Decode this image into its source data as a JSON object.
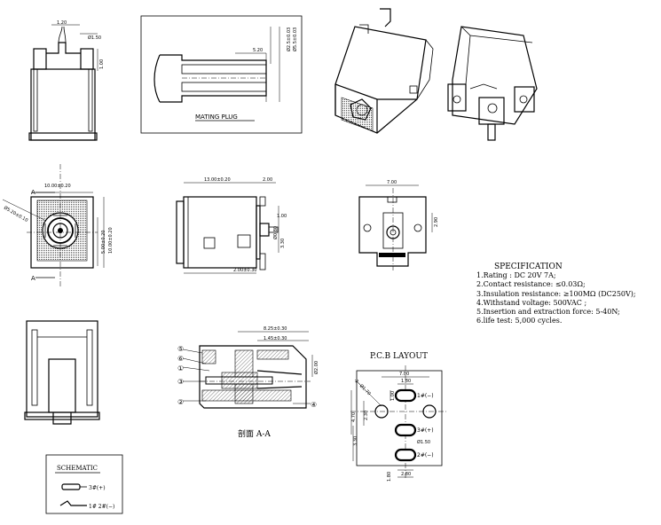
{
  "mating_plug": {
    "label": "MATING PLUG",
    "dims": {
      "length": "5.20",
      "d1": "Ø2.5±0.03",
      "d2": "Ø5.5±0.03"
    }
  },
  "top_left_view": {
    "dims": {
      "a": "1.20",
      "b": "Ø1.50",
      "c": "1.00"
    }
  },
  "front_view": {
    "section_marker": "A",
    "dims": {
      "width": "10.00±0.20",
      "height": "10.00±0.20",
      "inner": "5.00±0.20",
      "dia": "Ø5.20±0.10"
    }
  },
  "side_view": {
    "dims": {
      "length": "13.00±0.20",
      "d1": "2.00",
      "d2": "1.00",
      "d3": "Ø0.80",
      "d4": "3.30",
      "d5": "2.00±0.30"
    }
  },
  "end_view": {
    "dims": {
      "width": "7.00",
      "height": "2.90"
    }
  },
  "section_view": {
    "caption": "剖面 A-A",
    "dims": {
      "a": "8.25±0.30",
      "b": "1.45±0.30",
      "c": "Ø2.00"
    },
    "callouts": [
      "⑤",
      "⑥",
      "①",
      "③",
      "②",
      "④"
    ]
  },
  "specification": {
    "title": "SPECIFICATION",
    "items": [
      "1.Rating : DC 20V 7A;",
      "2.Contact resistance: ≤0.03Ω;",
      "3.Insulation resistance: ≥100MΩ (DC250V);",
      "4.Withstand voltage: 500VAC ;",
      "5.Insertion and extraction force: 5-40N;",
      "6.life test: 5,000 cycles."
    ]
  },
  "pcb_layout": {
    "title": "P.C.B LAYOUT",
    "pads": [
      "1#(−)",
      "3#(+)",
      "2#(−)"
    ],
    "dims": {
      "w": "7.00",
      "a": "1.80",
      "b": "1.00",
      "c": "4.70",
      "d": "2.30",
      "e": "3.30",
      "f": "Ø1.50",
      "g": "2.80",
      "h": "1.80",
      "dia": "2−Ø1.70"
    }
  },
  "schematic": {
    "title": "SCHEMATIC",
    "lines": [
      "3#(+)",
      "1# 2#(−)"
    ]
  }
}
